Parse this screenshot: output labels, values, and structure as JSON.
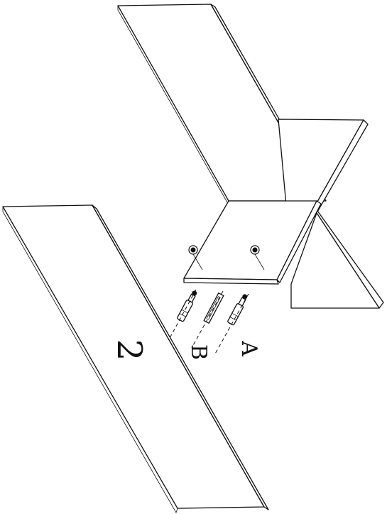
{
  "diagram": {
    "panel_number": "2",
    "hardware_labels": {
      "a": "A",
      "b": "B"
    },
    "ink_color": "#111111",
    "paper_color": "#ffffff"
  }
}
